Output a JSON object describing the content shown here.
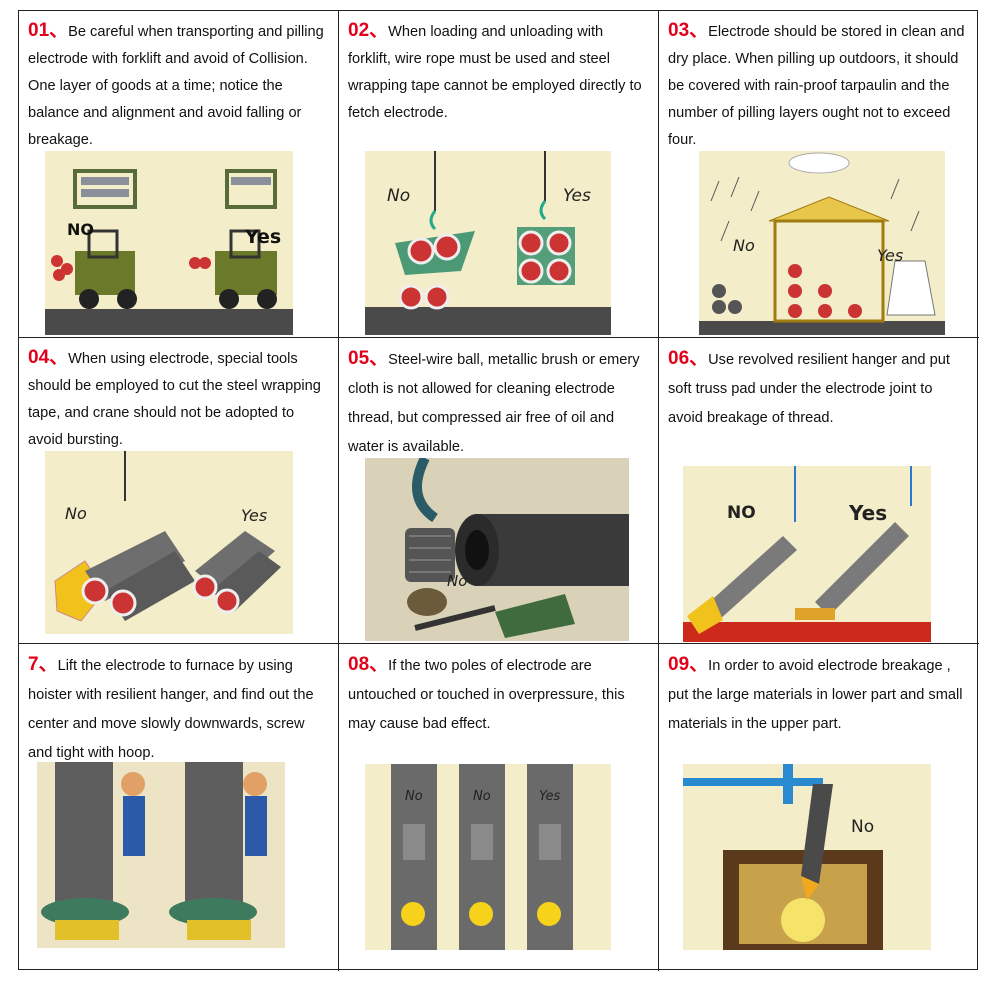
{
  "cells": [
    {
      "num": "01、",
      "text": "Be careful when transporting and pilling electrode with forklift and avoid of Collision. One layer of goods at a time; notice the balance and alignment and avoid falling or breakage.",
      "no_label": "NO",
      "yes_label": "Yes"
    },
    {
      "num": "02、",
      "text": "When loading and unloading with forklift, wire rope must be used and steel wrapping tape cannot be employed directly to fetch electrode.",
      "no_label": "No",
      "yes_label": "Yes"
    },
    {
      "num": "03、",
      "text": "Electrode should be stored in clean and dry place. When pilling up outdoors, it should be covered with rain-proof tarpaulin and the number of pilling layers ought not to exceed four.",
      "no_label": "No",
      "yes_label": "Yes"
    },
    {
      "num": "04、",
      "text": "When using electrode, special tools should be employed to cut the steel wrapping tape, and crane should not be adopted to avoid bursting.",
      "no_label": "No",
      "yes_label": "Yes"
    },
    {
      "num": "05、",
      "text": "Steel-wire ball, metallic brush or emery cloth is not allowed for cleaning electrode thread, but compressed air free of oil and water is available.",
      "no_label": "No"
    },
    {
      "num": "06、",
      "text": "Use revolved resilient hanger and put soft truss pad under the electrode joint to avoid breakage of thread.",
      "no_label": "NO",
      "yes_label": "Yes"
    },
    {
      "num": "7、",
      "text": "Lift the electrode to furnace by using hoister with resilient hanger, and find out the center and move slowly downwards, screw and tight with hoop."
    },
    {
      "num": "08、",
      "text": "If the two poles of electrode are untouched or touched in overpressure, this may cause bad effect.",
      "no_label": "No",
      "no_label_2": "No",
      "yes_label": "Yes"
    },
    {
      "num": "09、",
      "text": "In order to avoid electrode breakage , put the large materials in lower part and small materials in the upper part.",
      "no_label": "No"
    }
  ],
  "colors": {
    "number": "#e2001a",
    "border": "#222222",
    "illustration_bg": "#f4edc9"
  }
}
